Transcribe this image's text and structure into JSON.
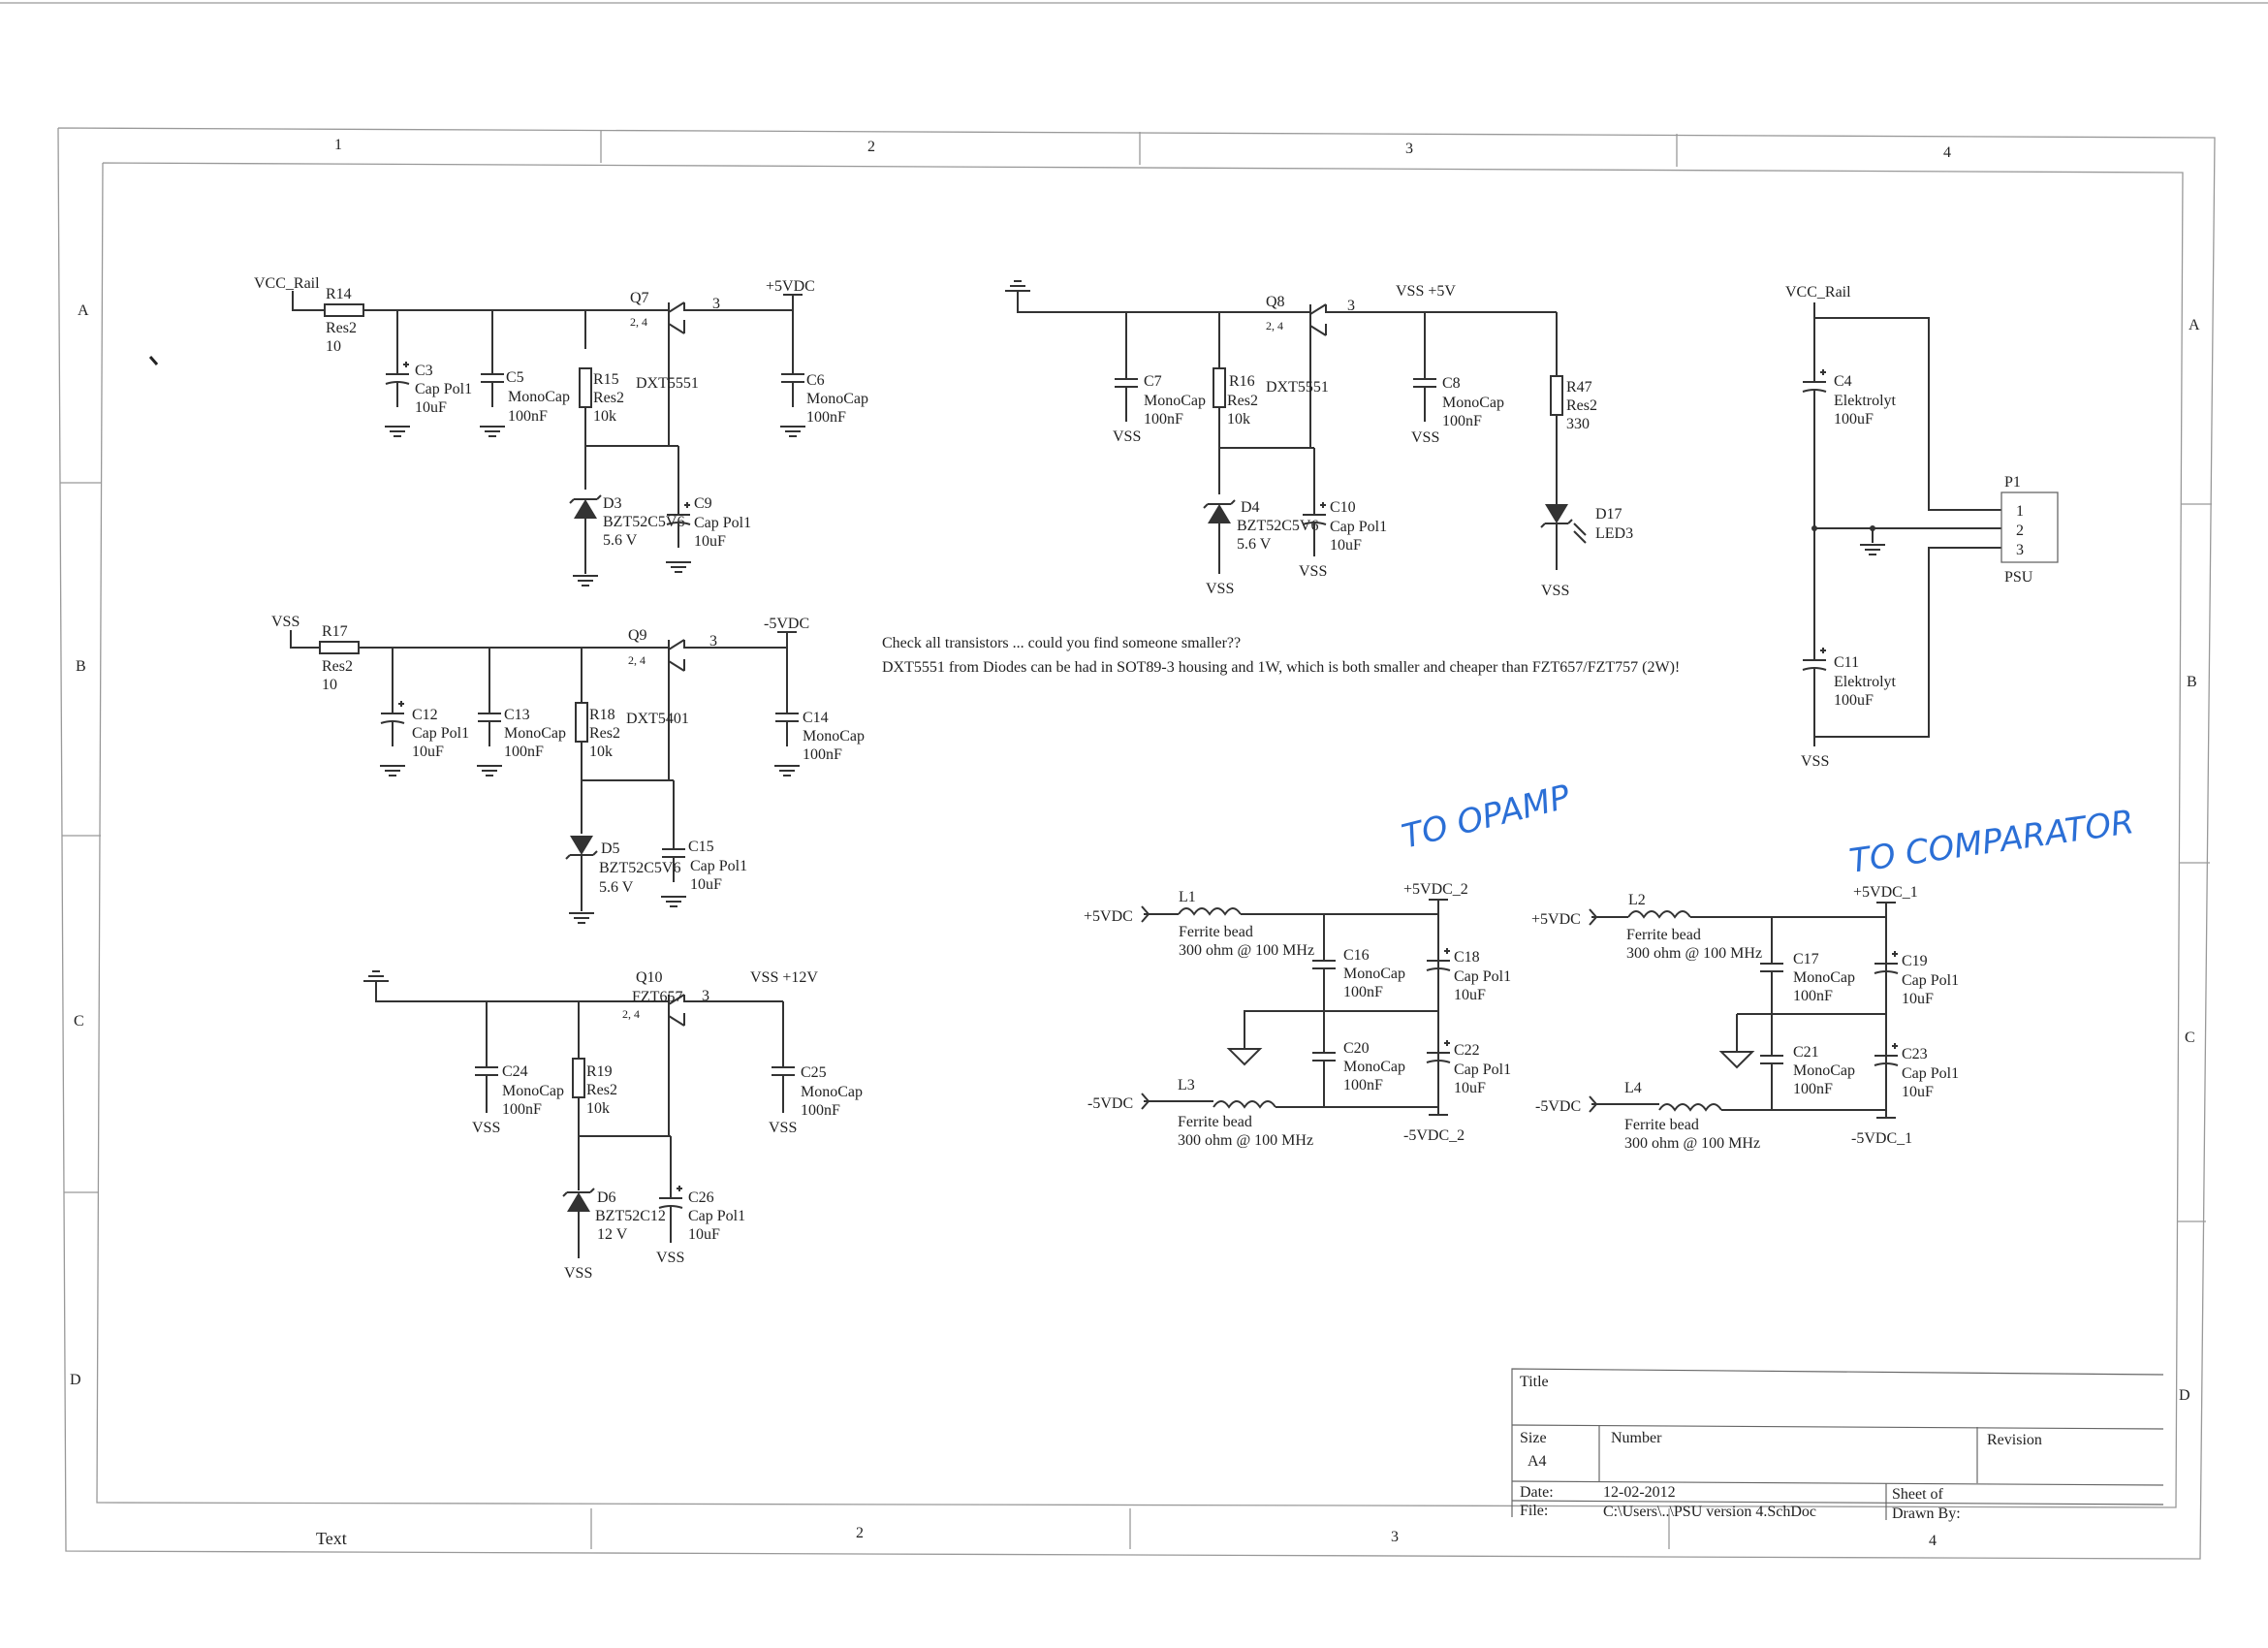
{
  "frame": {
    "cols": [
      "1",
      "2",
      "3",
      "4"
    ],
    "rows": [
      "A",
      "B",
      "C",
      "D"
    ],
    "text_label": "Text"
  },
  "note": {
    "line1": "Check all transistors ... could you find someone smaller??",
    "line2": "DXT5551 from Diodes can be had in SOT89-3 housing and 1W, which is both smaller and cheaper than FZT657/FZT757 (2W)!"
  },
  "handwriting": {
    "opamp": "TO OPAMP",
    "comparator": "TO COMPARATOR"
  },
  "title_block": {
    "title_label": "Title",
    "size_label": "Size",
    "size_value": "A4",
    "number_label": "Number",
    "revision_label": "Revision",
    "date_label": "Date:",
    "date_value": "12-02-2012",
    "sheet_label": "Sheet    of",
    "file_label": "File:",
    "file_value": "C:\\Users\\..\\PSU version 4.SchDoc",
    "drawn_label": "Drawn By:"
  },
  "reg1": {
    "in_net": "VCC_Rail",
    "out_net": "+5VDC",
    "r_in": [
      "R14",
      "Res2",
      "10"
    ],
    "q": [
      "Q7",
      "2, 4",
      "3",
      "DXT5551"
    ],
    "c_a": [
      "C3",
      "Cap Pol1",
      "10uF"
    ],
    "c_b": [
      "C5",
      "MonoCap",
      "100nF"
    ],
    "r_b": [
      "R15",
      "Res2",
      "10k"
    ],
    "c_out": [
      "C6",
      "MonoCap",
      "100nF"
    ],
    "d": [
      "D3",
      "BZT52C5V6",
      "5.6 V"
    ],
    "c_z": [
      "C9",
      "Cap Pol1",
      "10uF"
    ]
  },
  "reg2": {
    "in_net": "VSS",
    "out_net": "-5VDC",
    "r_in": [
      "R17",
      "Res2",
      "10"
    ],
    "q": [
      "Q9",
      "2, 4",
      "3",
      "DXT5401"
    ],
    "c_a": [
      "C12",
      "Cap Pol1",
      "10uF"
    ],
    "c_b": [
      "C13",
      "MonoCap",
      "100nF"
    ],
    "r_b": [
      "R18",
      "Res2",
      "10k"
    ],
    "c_out": [
      "C14",
      "MonoCap",
      "100nF"
    ],
    "d": [
      "D5",
      "BZT52C5V6",
      "5.6 V"
    ],
    "c_z": [
      "C15",
      "Cap Pol1",
      "10uF"
    ]
  },
  "reg3": {
    "out_net": "VSS +12V",
    "vss": "VSS",
    "q": [
      "Q10",
      "FZT657",
      "2, 4",
      "3"
    ],
    "c_a": [
      "C24",
      "MonoCap",
      "100nF"
    ],
    "r_b": [
      "R19",
      "Res2",
      "10k"
    ],
    "c_out": [
      "C25",
      "MonoCap",
      "100nF"
    ],
    "d": [
      "D6",
      "BZT52C12",
      "12 V"
    ],
    "c_z": [
      "C26",
      "Cap Pol1",
      "10uF"
    ]
  },
  "reg4": {
    "out_net": "VSS +5V",
    "vss": "VSS",
    "q": [
      "Q8",
      "2, 4",
      "3",
      "DXT5551"
    ],
    "c_a": [
      "C7",
      "MonoCap",
      "100nF"
    ],
    "r_b": [
      "R16",
      "Res2",
      "10k"
    ],
    "c_out": [
      "C8",
      "MonoCap",
      "100nF"
    ],
    "d": [
      "D4",
      "BZT52C5V6",
      "5.6 V"
    ],
    "c_z": [
      "C10",
      "Cap Pol1",
      "10uF"
    ],
    "r_led": [
      "R47",
      "Res2",
      "330"
    ],
    "led": [
      "D17",
      "LED3"
    ]
  },
  "psu": {
    "top_net": "VCC_Rail",
    "bot_net": "VSS",
    "c_top": [
      "C4",
      "Elektrolyt",
      "100uF"
    ],
    "c_bot": [
      "C11",
      "Elektrolyt",
      "100uF"
    ],
    "conn": [
      "P1",
      "PSU"
    ],
    "pins": [
      "1",
      "2",
      "3"
    ]
  },
  "filter2": {
    "in_pos": "+5VDC",
    "in_neg": "-5VDC",
    "out_pos": "+5VDC_2",
    "out_neg": "-5VDC_2",
    "l_top": [
      "L1",
      "Ferrite bead",
      "300 ohm @ 100 MHz"
    ],
    "l_bot": [
      "L3",
      "Ferrite bead",
      "300 ohm @ 100 MHz"
    ],
    "c_1": [
      "C16",
      "MonoCap",
      "100nF"
    ],
    "c_2": [
      "C18",
      "Cap Pol1",
      "10uF"
    ],
    "c_3": [
      "C20",
      "MonoCap",
      "100nF"
    ],
    "c_4": [
      "C22",
      "Cap Pol1",
      "10uF"
    ]
  },
  "filter1": {
    "in_pos": "+5VDC",
    "in_neg": "-5VDC",
    "out_pos": "+5VDC_1",
    "out_neg": "-5VDC_1",
    "l_top": [
      "L2",
      "Ferrite bead",
      "300 ohm @ 100 MHz"
    ],
    "l_bot": [
      "L4",
      "Ferrite bead",
      "300 ohm @ 100 MHz"
    ],
    "c_1": [
      "C17",
      "MonoCap",
      "100nF"
    ],
    "c_2": [
      "C19",
      "Cap Pol1",
      "10uF"
    ],
    "c_3": [
      "C21",
      "MonoCap",
      "100nF"
    ],
    "c_4": [
      "C23",
      "Cap Pol1",
      "10uF"
    ]
  }
}
